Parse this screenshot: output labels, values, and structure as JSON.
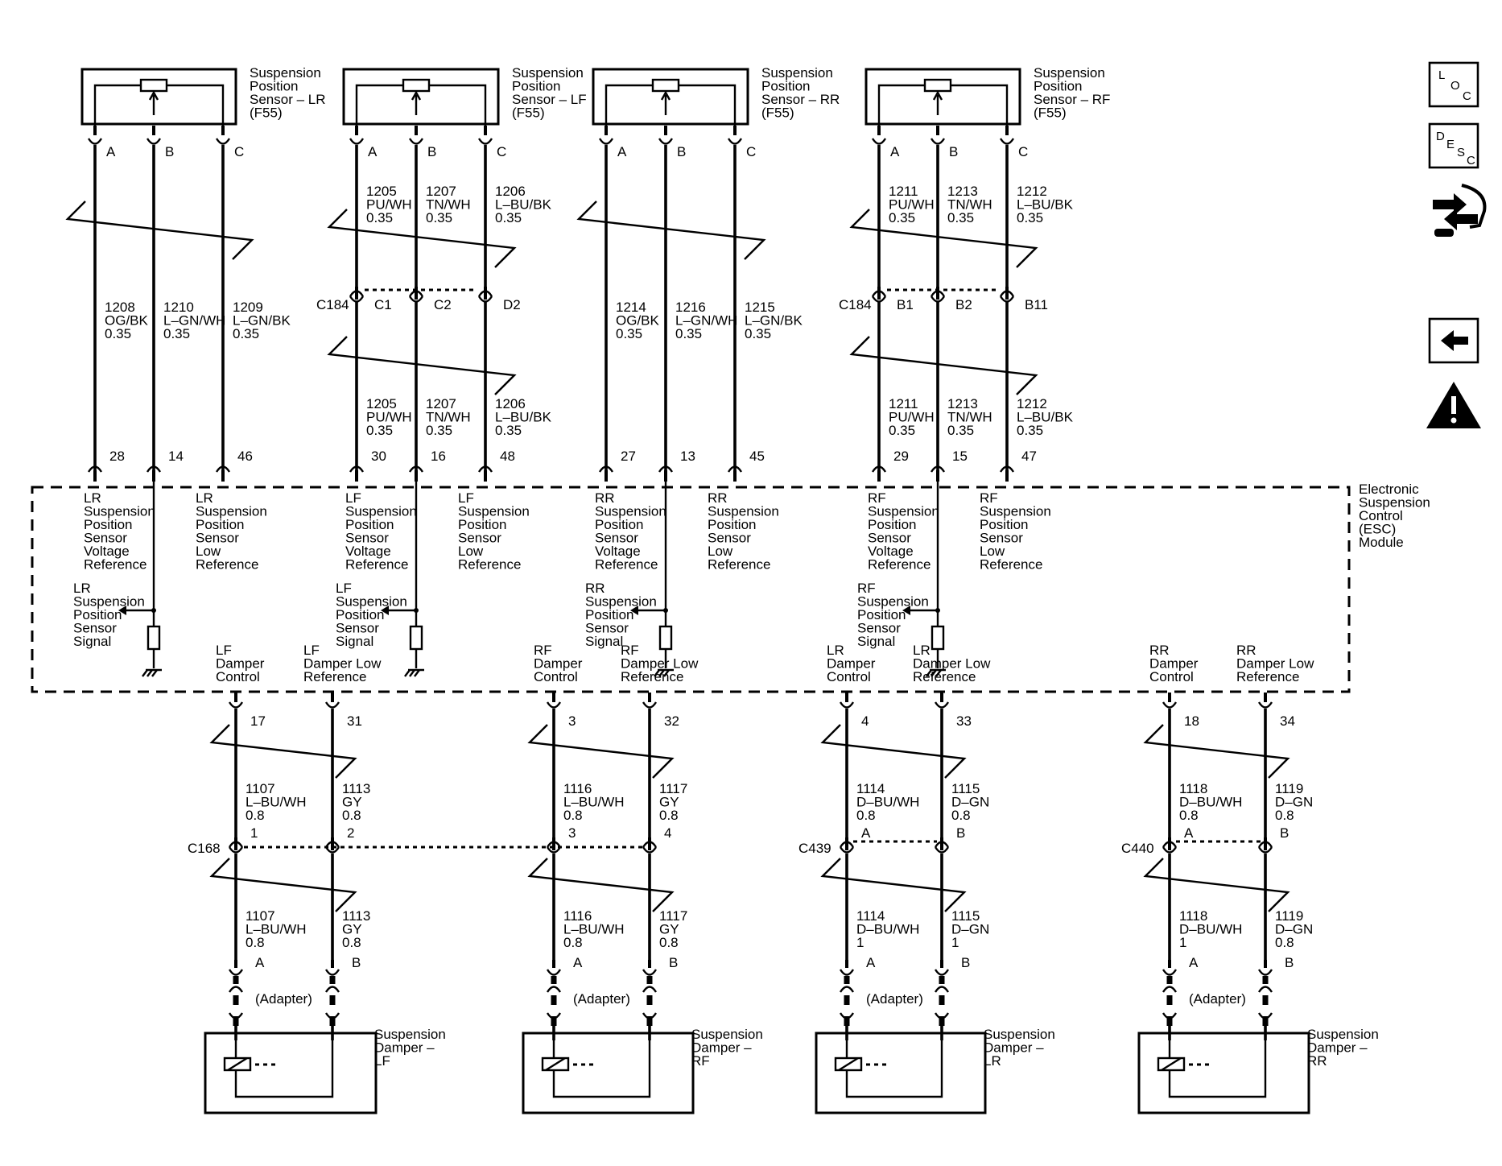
{
  "sensors": [
    {
      "name": [
        "Suspension",
        "Position",
        "Sensor – LR",
        "(F55)"
      ],
      "pins": [
        "A",
        "B",
        "C"
      ]
    },
    {
      "name": [
        "Suspension",
        "Position",
        "Sensor – LF",
        "(F55)"
      ],
      "pins": [
        "A",
        "B",
        "C"
      ]
    },
    {
      "name": [
        "Suspension",
        "Position",
        "Sensor – RR",
        "(F55)"
      ],
      "pins": [
        "A",
        "B",
        "C"
      ]
    },
    {
      "name": [
        "Suspension",
        "Position",
        "Sensor – RF",
        "(F55)"
      ],
      "pins": [
        "A",
        "B",
        "C"
      ]
    }
  ],
  "sensor_upper_wires": [
    [],
    [
      [
        "1205",
        "PU/WH",
        "0.35"
      ],
      [
        "1207",
        "TN/WH",
        "0.35"
      ],
      [
        "1206",
        "L–BU/BK",
        "0.35"
      ]
    ],
    [],
    [
      [
        "1211",
        "PU/WH",
        "0.35"
      ],
      [
        "1213",
        "TN/WH",
        "0.35"
      ],
      [
        "1212",
        "L–BU/BK",
        "0.35"
      ]
    ]
  ],
  "sensor_connectors": [
    null,
    {
      "id": "C184",
      "pins": [
        "C1",
        "C2",
        "D2"
      ]
    },
    null,
    {
      "id": "C184",
      "pins": [
        "B1",
        "B2",
        "B11"
      ]
    }
  ],
  "sensor_lower_wires": [
    [
      [
        "1208",
        "OG/BK",
        "0.35"
      ],
      [
        "1210",
        "L–GN/WH",
        "0.35"
      ],
      [
        "1209",
        "L–GN/BK",
        "0.35"
      ]
    ],
    [
      [
        "1205",
        "PU/WH",
        "0.35"
      ],
      [
        "1207",
        "TN/WH",
        "0.35"
      ],
      [
        "1206",
        "L–BU/BK",
        "0.35"
      ]
    ],
    [
      [
        "1214",
        "OG/BK",
        "0.35"
      ],
      [
        "1216",
        "L–GN/WH",
        "0.35"
      ],
      [
        "1215",
        "L–GN/BK",
        "0.35"
      ]
    ],
    [
      [
        "1211",
        "PU/WH",
        "0.35"
      ],
      [
        "1213",
        "TN/WH",
        "0.35"
      ],
      [
        "1212",
        "L–BU/BK",
        "0.35"
      ]
    ]
  ],
  "module_pins_top": [
    [
      "28",
      "14",
      "46"
    ],
    [
      "30",
      "16",
      "48"
    ],
    [
      "27",
      "13",
      "45"
    ],
    [
      "29",
      "15",
      "47"
    ]
  ],
  "module": {
    "name": [
      "Electronic",
      "Suspension",
      "Control",
      "(ESC)",
      "Module"
    ],
    "voltage_labels": [
      [
        "LR",
        "Suspension",
        "Position",
        "Sensor",
        "Voltage",
        "Reference"
      ],
      [
        "LF",
        "Suspension",
        "Position",
        "Sensor",
        "Voltage",
        "Reference"
      ],
      [
        "RR",
        "Suspension",
        "Position",
        "Sensor",
        "Voltage",
        "Reference"
      ],
      [
        "RF",
        "Suspension",
        "Position",
        "Sensor",
        "Voltage",
        "Reference"
      ]
    ],
    "low_labels": [
      [
        "LR",
        "Suspension",
        "Position",
        "Sensor",
        "Low",
        "Reference"
      ],
      [
        "LF",
        "Suspension",
        "Position",
        "Sensor",
        "Low",
        "Reference"
      ],
      [
        "RR",
        "Suspension",
        "Position",
        "Sensor",
        "Low",
        "Reference"
      ],
      [
        "RF",
        "Suspension",
        "Position",
        "Sensor",
        "Low",
        "Reference"
      ]
    ],
    "signal_labels": [
      [
        "LR",
        "Suspension",
        "Position",
        "Sensor",
        "Signal"
      ],
      [
        "LF",
        "Suspension",
        "Position",
        "Sensor",
        "Signal"
      ],
      [
        "RR",
        "Suspension",
        "Position",
        "Sensor",
        "Signal"
      ],
      [
        "RF",
        "Suspension",
        "Position",
        "Sensor",
        "Signal"
      ]
    ],
    "damper_control_labels": [
      [
        "LF",
        "Damper",
        "Control"
      ],
      [
        "RF",
        "Damper",
        "Control"
      ],
      [
        "LR",
        "Damper",
        "Control"
      ],
      [
        "RR",
        "Damper",
        "Control"
      ]
    ],
    "damper_low_labels": [
      [
        "LF",
        "Damper Low",
        "Reference"
      ],
      [
        "RF",
        "Damper Low",
        "Reference"
      ],
      [
        "LR",
        "Damper Low",
        "Reference"
      ],
      [
        "RR",
        "Damper Low",
        "Reference"
      ]
    ]
  },
  "module_pins_bottom": [
    [
      "17",
      "31"
    ],
    [
      "3",
      "32"
    ],
    [
      "4",
      "33"
    ],
    [
      "18",
      "34"
    ]
  ],
  "damper_upper_wires": [
    [
      [
        "1107",
        "L–BU/WH",
        "0.8"
      ],
      [
        "1113",
        "GY",
        "0.8"
      ]
    ],
    [
      [
        "1116",
        "L–BU/WH",
        "0.8"
      ],
      [
        "1117",
        "GY",
        "0.8"
      ]
    ],
    [
      [
        "1114",
        "D–BU/WH",
        "0.8"
      ],
      [
        "1115",
        "D–GN",
        "0.8"
      ]
    ],
    [
      [
        "1118",
        "D–BU/WH",
        "0.8"
      ],
      [
        "1119",
        "D–GN",
        "0.8"
      ]
    ]
  ],
  "damper_connectors": [
    {
      "id": "C168",
      "pins": [
        "1",
        "2"
      ]
    },
    {
      "id": "",
      "pins": [
        "3",
        "4"
      ]
    },
    {
      "id": "C439",
      "pins": [
        "A",
        "B"
      ]
    },
    {
      "id": "C440",
      "pins": [
        "A",
        "B"
      ]
    }
  ],
  "damper_lower_wires": [
    [
      [
        "1107",
        "L–BU/WH",
        "0.8"
      ],
      [
        "1113",
        "GY",
        "0.8"
      ]
    ],
    [
      [
        "1116",
        "L–BU/WH",
        "0.8"
      ],
      [
        "1117",
        "GY",
        "0.8"
      ]
    ],
    [
      [
        "1114",
        "D–BU/WH",
        "1"
      ],
      [
        "1115",
        "D–GN",
        "1"
      ]
    ],
    [
      [
        "1118",
        "D–BU/WH",
        "1"
      ],
      [
        "1119",
        "D–GN",
        "0.8"
      ]
    ]
  ],
  "adapter_pins": [
    [
      "A",
      "B"
    ],
    [
      "A",
      "B"
    ],
    [
      "A",
      "B"
    ],
    [
      "A",
      "B"
    ]
  ],
  "adapter_label": "(Adapter)",
  "dampers": [
    [
      "Suspension",
      "Damper –",
      "LF"
    ],
    [
      "Suspension",
      "Damper –",
      "RF"
    ],
    [
      "Suspension",
      "Damper –",
      "LR"
    ],
    [
      "Suspension",
      "Damper –",
      "RR"
    ]
  ],
  "nav": {
    "loc": [
      "L",
      "O",
      "C"
    ],
    "desc": [
      "D",
      "E",
      "S",
      "C"
    ]
  }
}
